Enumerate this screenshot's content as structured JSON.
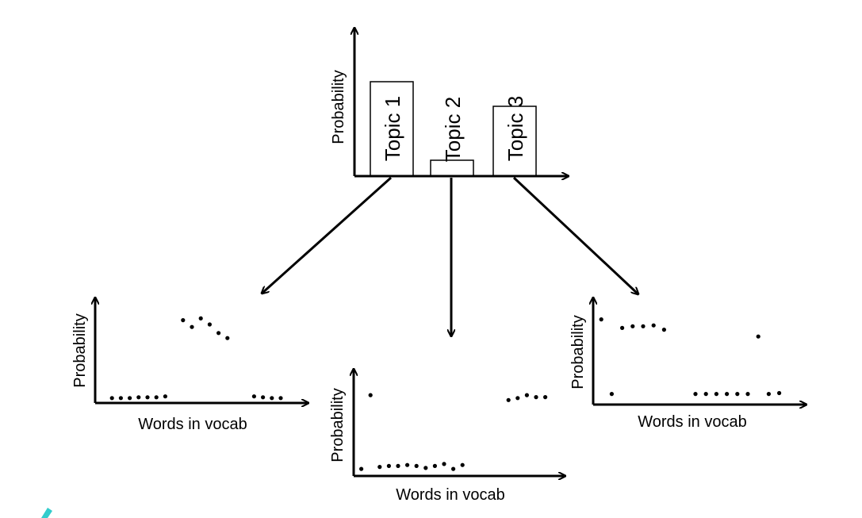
{
  "topic_chart": {
    "ylabel": "Probability",
    "bars": [
      {
        "label": "Topic 1",
        "value": 0.9
      },
      {
        "label": "Topic 2",
        "value": 0.15
      },
      {
        "label": "Topic 3",
        "value": 0.68
      }
    ]
  },
  "word_plots": [
    {
      "topic": "Topic 1",
      "ylabel": "Probability",
      "xlabel": "Words in vocab",
      "points": [
        [
          1,
          0.02
        ],
        [
          2,
          0.02
        ],
        [
          3,
          0.02
        ],
        [
          4,
          0.03
        ],
        [
          5,
          0.03
        ],
        [
          6,
          0.03
        ],
        [
          7,
          0.04
        ],
        [
          9,
          0.93
        ],
        [
          10,
          0.85
        ],
        [
          11,
          0.95
        ],
        [
          12,
          0.88
        ],
        [
          13,
          0.78
        ],
        [
          14,
          0.72
        ],
        [
          17,
          0.04
        ],
        [
          18,
          0.03
        ],
        [
          19,
          0.02
        ],
        [
          20,
          0.02
        ]
      ]
    },
    {
      "topic": "Topic 2",
      "ylabel": "Probability",
      "xlabel": "Words in vocab",
      "points": [
        [
          1,
          0.12
        ],
        [
          2,
          0.87
        ],
        [
          3,
          0.14
        ],
        [
          4,
          0.15
        ],
        [
          5,
          0.15
        ],
        [
          6,
          0.16
        ],
        [
          7,
          0.15
        ],
        [
          8,
          0.13
        ],
        [
          9,
          0.15
        ],
        [
          10,
          0.17
        ],
        [
          11,
          0.12
        ],
        [
          12,
          0.16
        ],
        [
          17,
          0.82
        ],
        [
          18,
          0.84
        ],
        [
          19,
          0.87
        ],
        [
          20,
          0.85
        ],
        [
          21,
          0.85
        ]
      ]
    },
    {
      "topic": "Topic 3",
      "ylabel": "Probability",
      "xlabel": "Words in vocab",
      "points": [
        [
          1,
          0.92
        ],
        [
          2,
          0.05
        ],
        [
          3,
          0.82
        ],
        [
          4,
          0.84
        ],
        [
          5,
          0.84
        ],
        [
          6,
          0.85
        ],
        [
          7,
          0.8
        ],
        [
          10,
          0.05
        ],
        [
          11,
          0.05
        ],
        [
          12,
          0.05
        ],
        [
          13,
          0.05
        ],
        [
          14,
          0.05
        ],
        [
          15,
          0.05
        ],
        [
          16,
          0.72
        ],
        [
          17,
          0.05
        ],
        [
          18,
          0.06
        ]
      ]
    }
  ]
}
